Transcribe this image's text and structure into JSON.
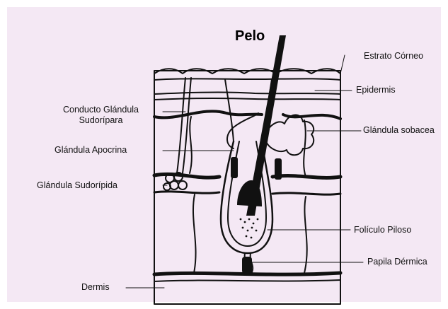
{
  "title": "Pelo",
  "labels": {
    "estrato_corneo": "Estrato Córneo",
    "epidermis": "Epidermis",
    "glandula_sobacea": "Glándula sobacea",
    "conducto_line1": "Conducto Glándula",
    "conducto_line2": "Sudorípara",
    "glandula_apocrina": "Glándula Apocrina",
    "glandula_sudoripida": "Glándula Sudorípida",
    "foliculo_piloso": "Folículo Piloso",
    "papila_dermica": "Papila Dérmica",
    "dermis": "Dermis"
  },
  "colors": {
    "background": "#f4e8f4",
    "ink": "#111111"
  }
}
